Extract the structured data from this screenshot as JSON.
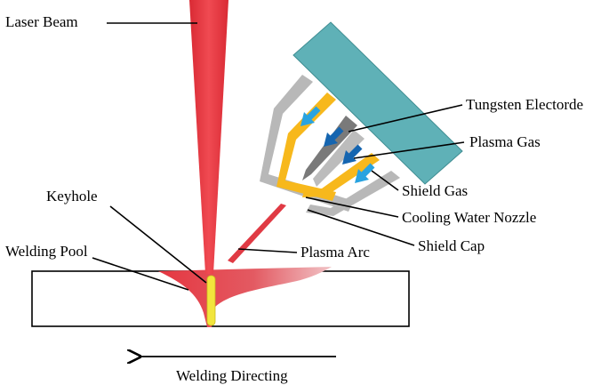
{
  "labels": {
    "laser_beam": "Laser Beam",
    "tungsten_electrode": "Tungsten Electorde",
    "plasma_gas": "Plasma Gas",
    "shield_gas": "Shield Gas",
    "cooling_water_nozzle": "Cooling Water Nozzle",
    "shield_cap": "Shield Cap",
    "plasma_arc": "Plasma Arc",
    "keyhole": "Keyhole",
    "welding_pool": "Welding Pool",
    "welding_direction": "Welding Directing"
  },
  "colors": {
    "laser_red": "#e8323c",
    "torch_block": "#5fb1b7",
    "shield_cap_gray": "#b8b8b8",
    "nozzle_yellow": "#f7b81c",
    "electrode_gray": "#7a7a7a",
    "gas_arrow_light": "#29a3e0",
    "gas_arrow_dark": "#1565b0",
    "keyhole_yellow": "#f2e53c",
    "workpiece_outline": "#000000"
  },
  "icons": {
    "direction_arrow": "arrow-left-icon",
    "gas_flow_arrow": "arrow-down-left-icon"
  }
}
